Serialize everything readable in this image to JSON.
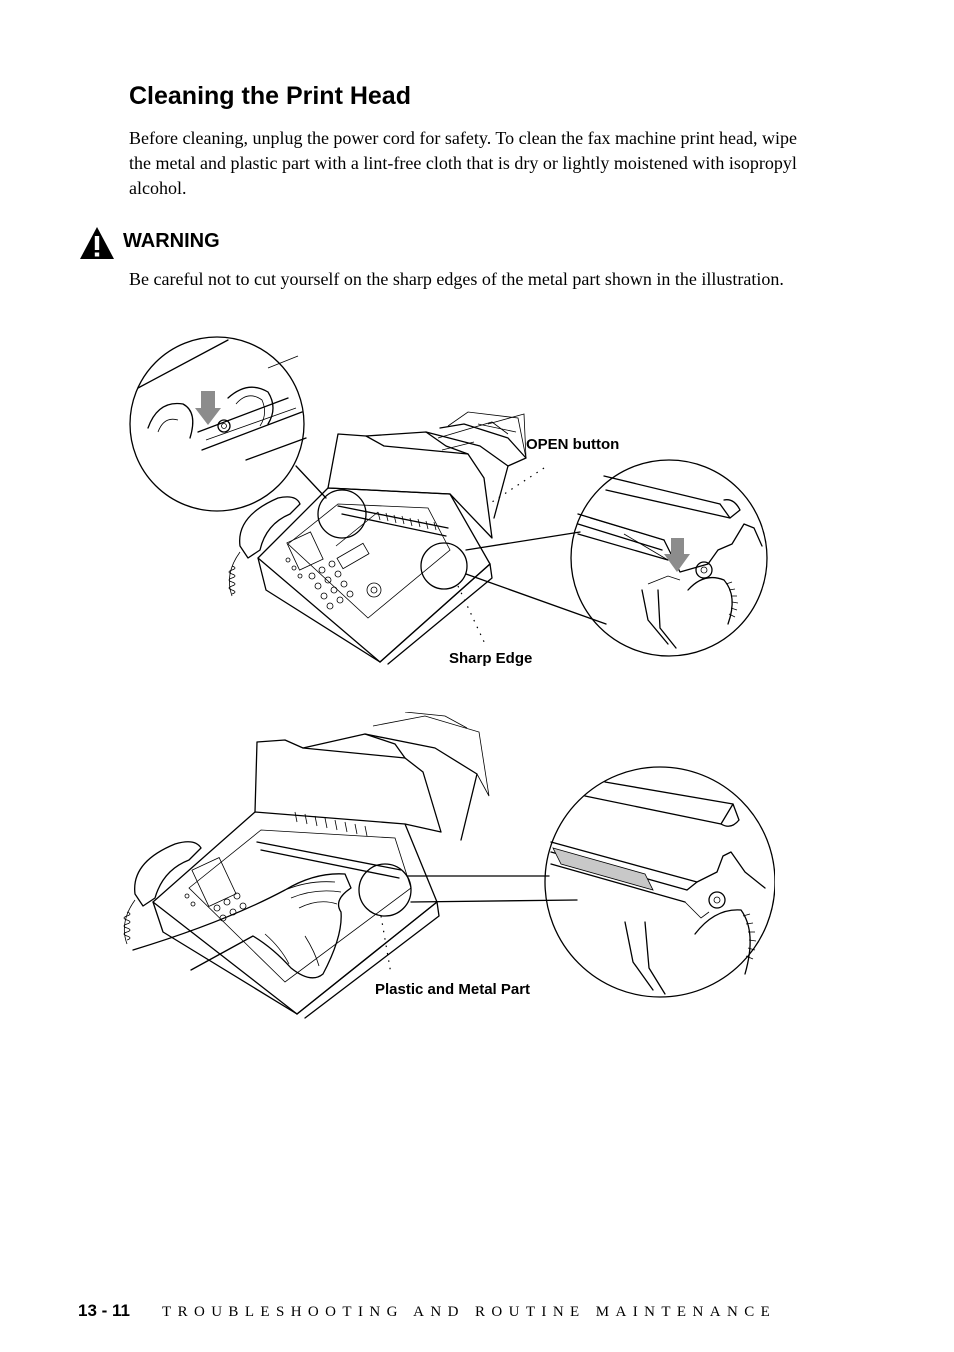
{
  "heading": "Cleaning the Print Head",
  "intro": "Before cleaning, unplug the power cord for safety. To clean the fax machine print head, wipe the metal and plastic part with a lint-free cloth that is dry or lightly moistened with isopropyl alcohol.",
  "warning": {
    "icon": "warning-triangle-icon",
    "title": "WARNING",
    "text": "Be careful not to cut yourself on the sharp edges of the metal part shown in the illustration."
  },
  "figure_top": {
    "callouts": {
      "open_button": "OPEN button",
      "sharp_edge": "Sharp Edge"
    }
  },
  "figure_bottom": {
    "callouts": {
      "plastic_metal": "Plastic and Metal Part"
    }
  },
  "footer": {
    "page_number": "13 - 11",
    "section_title": "TROUBLESHOOTING AND ROUTINE MAINTENANCE"
  },
  "colors": {
    "text": "#000000",
    "highlight_arrow": "#8c8c8c",
    "highlight_strip": "#c8c8c8"
  }
}
